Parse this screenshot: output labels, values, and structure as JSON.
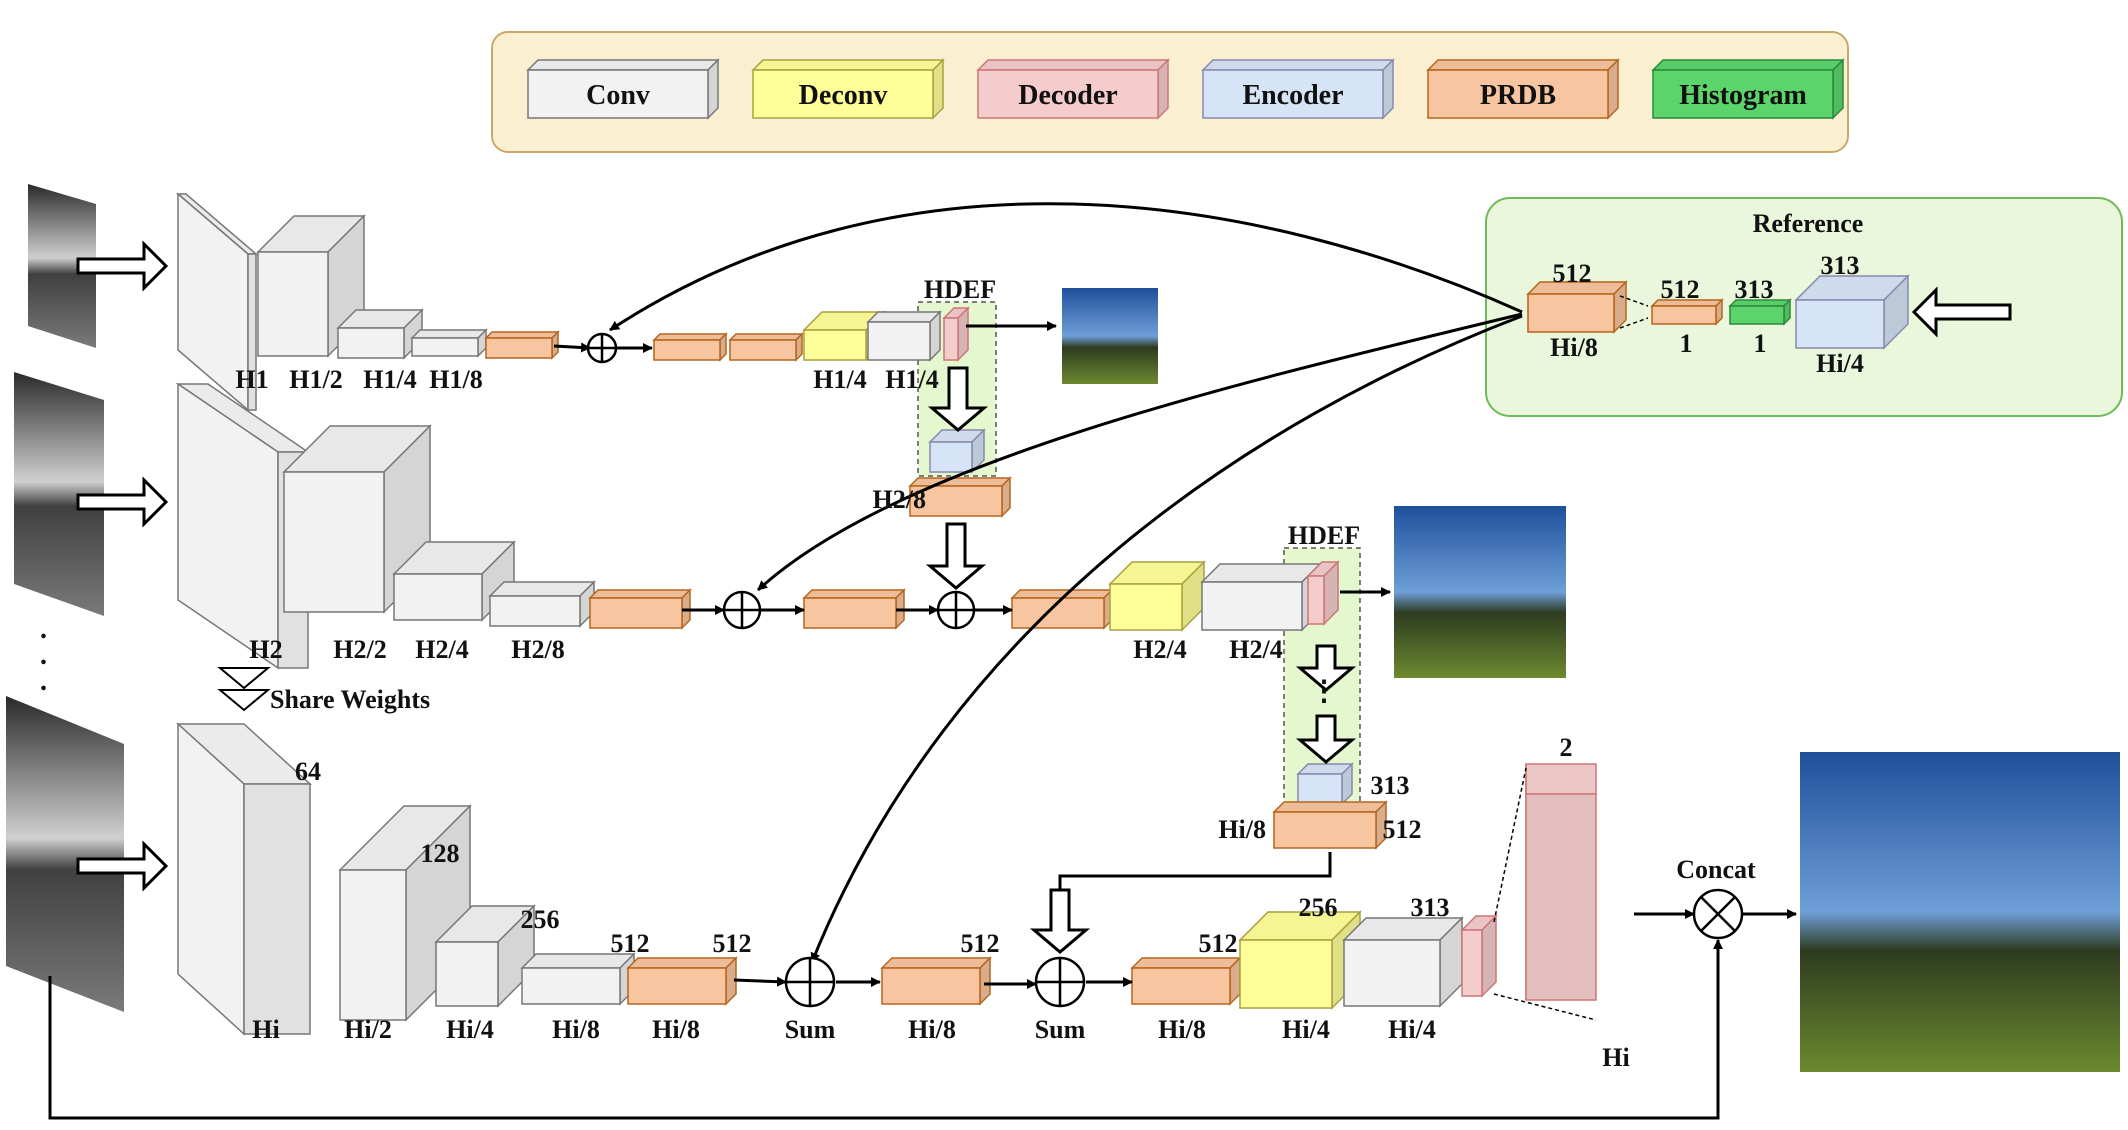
{
  "legend": {
    "items": [
      {
        "label": "Conv",
        "color": "#f2f2f2"
      },
      {
        "label": "Deconv",
        "color": "#ffff99"
      },
      {
        "label": "Decoder",
        "color": "#f4cccc"
      },
      {
        "label": "Encoder",
        "color": "#d6e4f7"
      },
      {
        "label": "PRDB",
        "color": "#f7c59f"
      },
      {
        "label": "Histogram",
        "color": "#5cd46c"
      }
    ]
  },
  "reference": {
    "title": "Reference",
    "labels": [
      "512",
      "512",
      "313",
      "313",
      "Hi/8",
      "1",
      "1",
      "Hi/4"
    ]
  },
  "row1": {
    "labels": [
      "H1",
      "H1/2",
      "H1/4",
      "H1/8",
      "H1/4",
      "H1/4"
    ],
    "hdef": "HDEF"
  },
  "row2": {
    "labels": [
      "H2",
      "H2/2",
      "H2/4",
      "H2/8",
      "H2/4",
      "H2/4"
    ],
    "hdef": "HDEF",
    "h28": "H2/8"
  },
  "share_weights": "Share Weights",
  "row3": {
    "labels": [
      "Hi",
      "Hi/2",
      "Hi/4",
      "Hi/8",
      "Hi/8",
      "Hi/8",
      "Hi/8",
      "Hi/4",
      "Hi/4",
      "Hi"
    ],
    "channels": [
      "64",
      "128",
      "256",
      "512",
      "512",
      "512",
      "512",
      "256",
      "313",
      "2",
      "313",
      "512"
    ],
    "sum": "Sum",
    "concat": "Concat",
    "hi8": "Hi/8"
  },
  "ellipsis": ". . ."
}
